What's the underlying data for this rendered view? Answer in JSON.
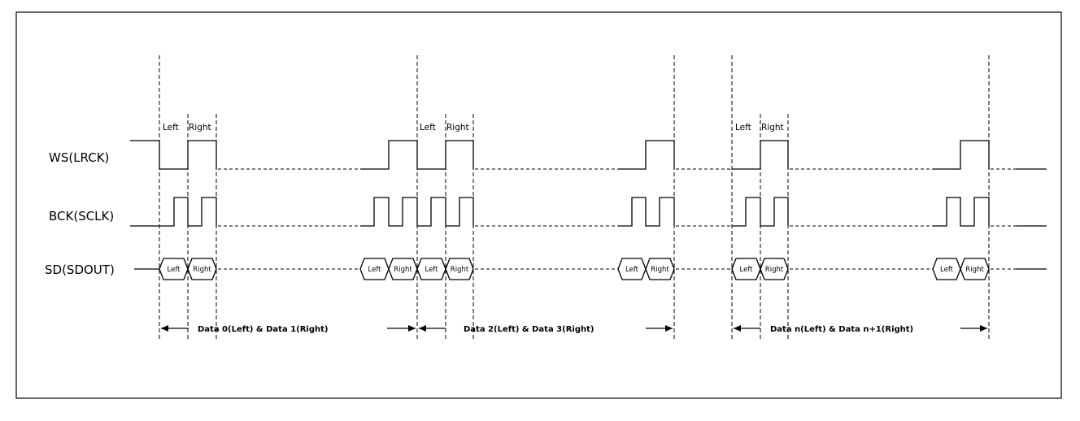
{
  "signals": {
    "ws": "WS(LRCK)",
    "bck": "BCK(SCLK)",
    "sd": "SD(SDOUT)"
  },
  "slot_labels": {
    "left": "Left",
    "right": "Right"
  },
  "groups": [
    {
      "caption": "Data 0(Left) & Data 1(Right)"
    },
    {
      "caption": "Data 2(Left) & Data 3(Right)"
    },
    {
      "caption": "Data n(Left) & Data n+1(Right)"
    }
  ]
}
